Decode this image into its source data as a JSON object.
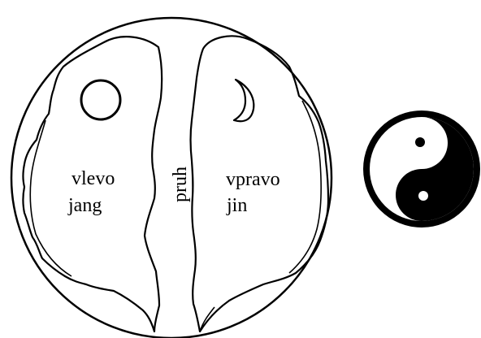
{
  "labels": {
    "left_top": "vlevo",
    "left_bottom": "jang",
    "strip": "pruh",
    "right_top": "vpravo",
    "right_bottom": "jin"
  },
  "icons": {
    "left_symbol": "sun-circle-icon",
    "right_symbol": "crescent-moon-icon",
    "side_symbol": "yin-yang-icon"
  },
  "colors": {
    "ink": "#000000",
    "paper": "#ffffff"
  }
}
